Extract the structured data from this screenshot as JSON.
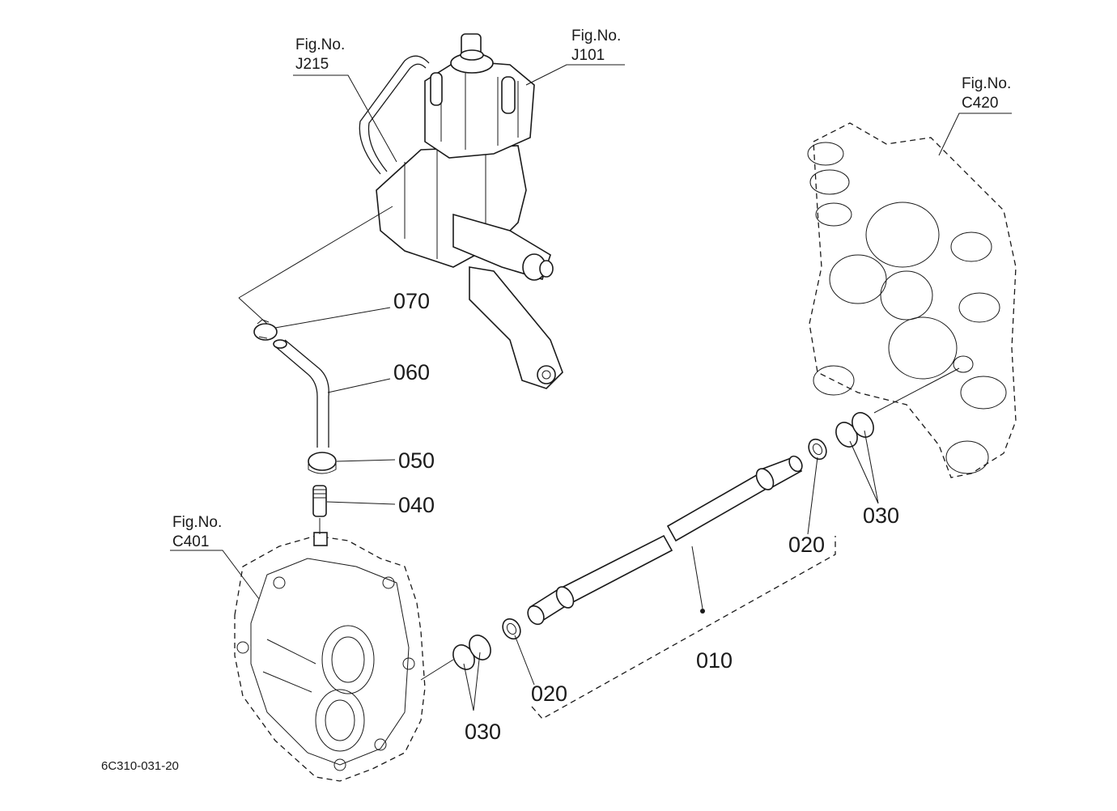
{
  "references": {
    "j215": {
      "prefix": "Fig.No.",
      "code": "J215"
    },
    "j101": {
      "prefix": "Fig.No.",
      "code": "J101"
    },
    "c420": {
      "prefix": "Fig.No.",
      "code": "C420"
    },
    "c401": {
      "prefix": "Fig.No.",
      "code": "C401"
    }
  },
  "parts": {
    "p070": "070",
    "p060": "060",
    "p050": "050",
    "p040": "040",
    "p030_left": "030",
    "p030_right": "030",
    "p020_left": "020",
    "p020_right": "020",
    "p010": "010"
  },
  "drawing_code": "6C310-031-20"
}
